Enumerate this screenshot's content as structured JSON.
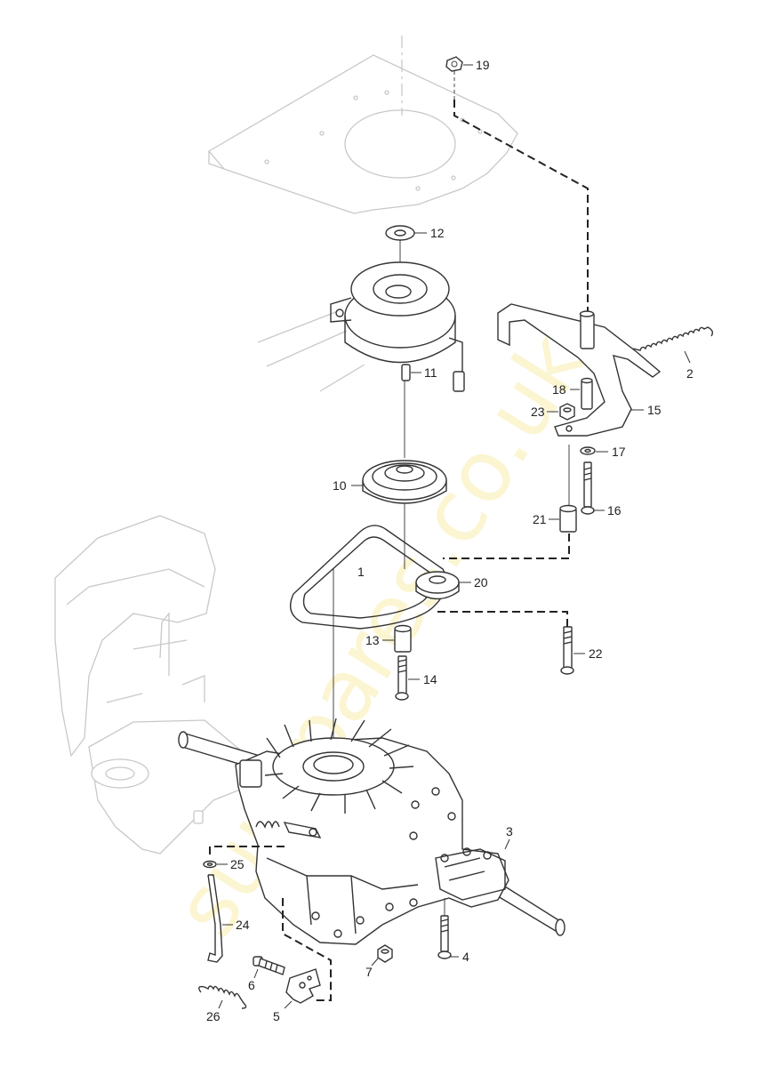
{
  "watermark": {
    "text": "sunspares.co.uk",
    "color": "#f3e27a"
  },
  "callouts": [
    {
      "id": "c1",
      "label": "1"
    },
    {
      "id": "c2",
      "label": "2"
    },
    {
      "id": "c3",
      "label": "3"
    },
    {
      "id": "c4",
      "label": "4"
    },
    {
      "id": "c5",
      "label": "5"
    },
    {
      "id": "c6",
      "label": "6"
    },
    {
      "id": "c7",
      "label": "7"
    },
    {
      "id": "c10",
      "label": "10"
    },
    {
      "id": "c11",
      "label": "11"
    },
    {
      "id": "c12",
      "label": "12"
    },
    {
      "id": "c13",
      "label": "13"
    },
    {
      "id": "c14",
      "label": "14"
    },
    {
      "id": "c15",
      "label": "15"
    },
    {
      "id": "c16",
      "label": "16"
    },
    {
      "id": "c17",
      "label": "17"
    },
    {
      "id": "c18",
      "label": "18"
    },
    {
      "id": "c19",
      "label": "19"
    },
    {
      "id": "c20",
      "label": "20"
    },
    {
      "id": "c21",
      "label": "21"
    },
    {
      "id": "c22",
      "label": "22"
    },
    {
      "id": "c23",
      "label": "23"
    },
    {
      "id": "c24",
      "label": "24"
    },
    {
      "id": "c25",
      "label": "25"
    },
    {
      "id": "c26",
      "label": "26"
    }
  ]
}
